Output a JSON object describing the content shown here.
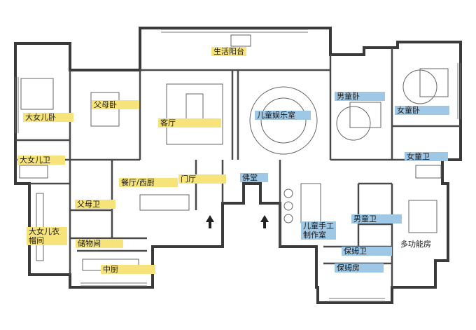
{
  "colors": {
    "wall": "#3a3a3a",
    "line": "#5a5a5a",
    "label_yellow": "#f6e37a",
    "label_blue": "#9fc7e6",
    "background": "#ffffff"
  },
  "rooms": {
    "life_balcony": "生活阳台",
    "living_room": "客厅",
    "kids_entertainment": "儿童娱乐室",
    "boys_bedroom": "男童卧",
    "girls_bedroom": "女童卧",
    "girls_bath": "女童卫",
    "eldest_daughter_bedroom": "大女儿卧",
    "eldest_daughter_bath": "大女儿卫",
    "parents_bedroom": "父母卧",
    "dining_western_kitchen": "餐厅/西厨",
    "foyer": "门厅",
    "buddha_hall": "佛堂",
    "parents_bath": "父母卫",
    "eldest_daughter_closet": "大女儿衣帽间",
    "storage": "储物间",
    "chinese_kitchen": "中厨",
    "kids_craft_room": "儿童手工制作室",
    "boys_bath": "男童卫",
    "multi_function_room": "多功能房",
    "nanny_bath": "保姆卫",
    "nanny_room": "保姆房"
  }
}
